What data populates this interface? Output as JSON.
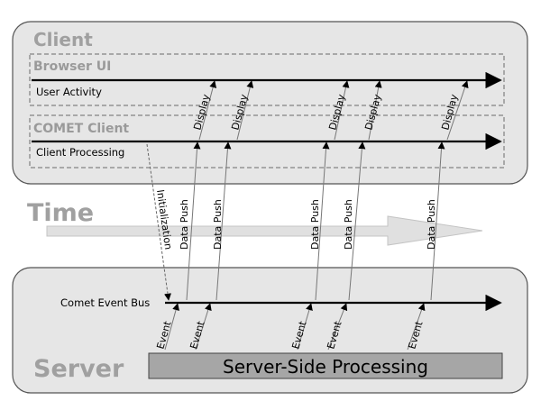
{
  "client": {
    "title": "Client",
    "browser_ui": {
      "title": "Browser UI",
      "timeline_label": "User Activity"
    },
    "comet_client": {
      "title": "COMET Client",
      "timeline_label": "Client Processing"
    }
  },
  "time_label": "Time",
  "server": {
    "title": "Server",
    "bus_label": "Comet Event Bus",
    "processing_label": "Server-Side Processing"
  },
  "labels": {
    "display": "Display",
    "data_push": "Data Push",
    "event": "Event",
    "initialization": "Initialization"
  },
  "colors": {
    "panel_fill": "#e6e6e6",
    "panel_stroke": "#555555",
    "dashed_box": "#a8a8a8",
    "section_title": "#a0a0a0",
    "time_arrow": "#e0e0e0",
    "processing_box": "#a6a6a6"
  }
}
